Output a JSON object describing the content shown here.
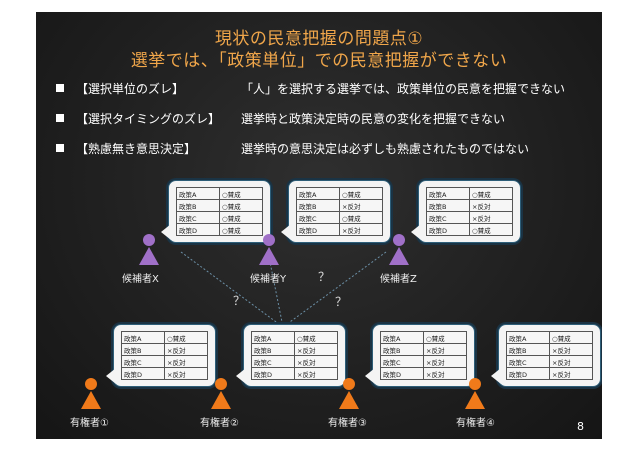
{
  "title_line1": "現状の民意把握の問題点①",
  "title_line2": "選挙では、「政策単位」での民意把握ができない",
  "bullets": [
    {
      "label": "【選択単位のズレ】",
      "text": "「人」を選択する選挙では、政策単位の民意を把握できない"
    },
    {
      "label": "【選択タイミングのズレ】",
      "text": "選挙時と政策決定時の民意の変化を把握できない"
    },
    {
      "label": "【熟慮無き意思決定】",
      "text": "選挙時の意思決定は必ずしも熟慮されたものではない"
    }
  ],
  "candidates": [
    {
      "name": "候補者X",
      "rows": [
        [
          "政策A",
          "○賛成"
        ],
        [
          "政策B",
          "○賛成"
        ],
        [
          "政策C",
          "○賛成"
        ],
        [
          "政策D",
          "○賛成"
        ]
      ]
    },
    {
      "name": "候補者Y",
      "rows": [
        [
          "政策A",
          "○賛成"
        ],
        [
          "政策B",
          "×反対"
        ],
        [
          "政策C",
          "○賛成"
        ],
        [
          "政策D",
          "×反対"
        ]
      ]
    },
    {
      "name": "候補者Z",
      "rows": [
        [
          "政策A",
          "○賛成"
        ],
        [
          "政策B",
          "×反対"
        ],
        [
          "政策C",
          "×反対"
        ],
        [
          "政策D",
          "○賛成"
        ]
      ]
    }
  ],
  "voters": [
    {
      "name": "有権者①",
      "rows": [
        [
          "政策A",
          "○賛成"
        ],
        [
          "政策B",
          "×反対"
        ],
        [
          "政策C",
          "×反対"
        ],
        [
          "政策D",
          "×反対"
        ]
      ]
    },
    {
      "name": "有権者②",
      "rows": [
        [
          "政策A",
          "○賛成"
        ],
        [
          "政策B",
          "×反対"
        ],
        [
          "政策C",
          "×反対"
        ],
        [
          "政策D",
          "×反対"
        ]
      ]
    },
    {
      "name": "有権者③",
      "rows": [
        [
          "政策A",
          "○賛成"
        ],
        [
          "政策B",
          "×反対"
        ],
        [
          "政策C",
          "×反対"
        ],
        [
          "政策D",
          "×反対"
        ]
      ]
    },
    {
      "name": "有権者④",
      "rows": [
        [
          "政策A",
          "○賛成"
        ],
        [
          "政策B",
          "×反対"
        ],
        [
          "政策C",
          "×反対"
        ],
        [
          "政策D",
          "×反対"
        ]
      ]
    }
  ],
  "question_mark": "？",
  "page_number": "8",
  "colors": {
    "title": "#f0a64a",
    "candidate": "#a070c8",
    "voter": "#f07a1a",
    "bubble_border": "#2e5e78"
  }
}
